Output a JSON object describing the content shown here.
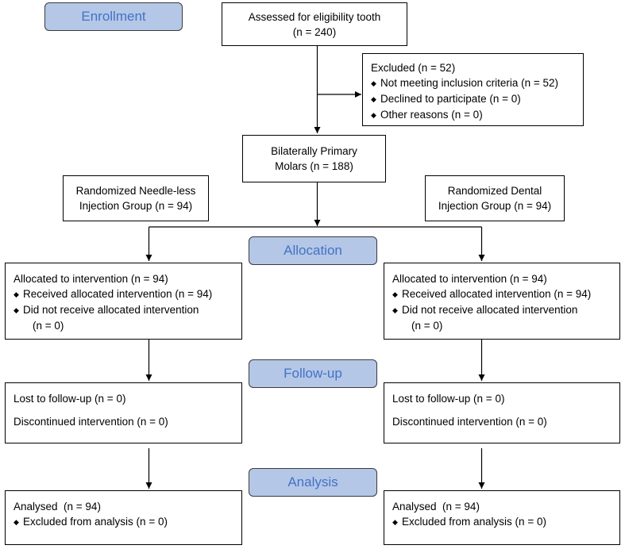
{
  "stages": {
    "enrollment": "Enrollment",
    "allocation": "Allocation",
    "follow_up": "Follow-up",
    "analysis": "Analysis"
  },
  "assessed": {
    "line1": "Assessed for eligibility tooth",
    "line2": "(n = 240)"
  },
  "excluded": {
    "heading": "Excluded (n = 52)",
    "items": [
      "Not meeting inclusion criteria (n = 52)",
      "Declined to participate (n = 0)",
      "Other reasons (n = 0)"
    ]
  },
  "molars": {
    "line1": "Bilaterally Primary",
    "line2": "Molars (n = 188)"
  },
  "group_needle": {
    "line1": "Randomized Needle-less",
    "line2": "Injection Group (n = 94)"
  },
  "group_dental": {
    "line1": "Randomized Dental",
    "line2": "Injection Group (n = 94)"
  },
  "allocation_left": {
    "heading": "Allocated to intervention (n = 94)",
    "received": "Received allocated intervention (n = 94)",
    "not_received": "Did not receive allocated intervention",
    "not_received_n": "(n = 0)"
  },
  "allocation_right": {
    "heading": "Allocated to intervention (n = 94)",
    "received": "Received allocated intervention (n = 94)",
    "not_received": "Did not receive allocated intervention",
    "not_received_n": "(n = 0)"
  },
  "followup_left": {
    "lost": "Lost to follow-up (n = 0)",
    "discontinued": "Discontinued intervention (n = 0)"
  },
  "followup_right": {
    "lost": "Lost to follow-up (n = 0)",
    "discontinued": "Discontinued intervention (n = 0)"
  },
  "analysis_left": {
    "analysed": "Analysed  (n = 94)",
    "excluded": "Excluded from analysis (n = 0)"
  },
  "analysis_right": {
    "analysed": "Analysed  (n = 94)",
    "excluded": "Excluded from analysis (n = 0)"
  },
  "icons": {
    "bullet": "diamond-bullet-icon"
  },
  "colors": {
    "stage_fill": "#b4c7e7",
    "stage_text": "#4472c4",
    "line": "#000000"
  }
}
